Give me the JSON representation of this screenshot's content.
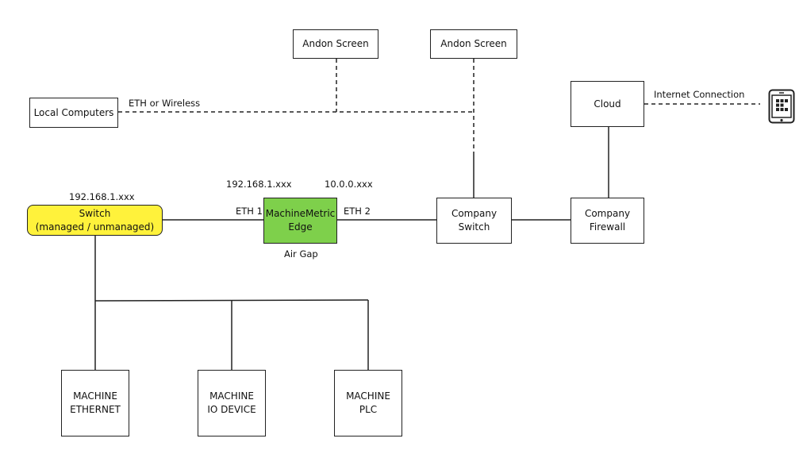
{
  "nodes": {
    "andon_screen_1": {
      "label": "Andon Screen"
    },
    "andon_screen_2": {
      "label": "Andon Screen"
    },
    "local_computers": {
      "label": "Local Computers"
    },
    "cloud": {
      "label": "Cloud"
    },
    "switch": {
      "line1": "Switch",
      "line2": "(managed / unmanaged)"
    },
    "machinemetric_edge": {
      "line1": "MachineMetric",
      "line2": "Edge"
    },
    "company_switch": {
      "line1": "Company",
      "line2": "Switch"
    },
    "company_firewall": {
      "line1": "Company",
      "line2": "Firewall"
    },
    "machine_ethernet": {
      "line1": "MACHINE",
      "line2": "ETHERNET"
    },
    "machine_io_device": {
      "line1": "MACHINE",
      "line2": "IO DEVICE"
    },
    "machine_plc": {
      "line1": "MACHINE",
      "line2": "PLC"
    }
  },
  "labels": {
    "eth_or_wireless": "ETH or Wireless",
    "internet_connection": "Internet Connection",
    "switch_ip": "192.168.1.xxx",
    "edge_ip_eth1": "192.168.1.xxx",
    "edge_ip_eth2": "10.0.0.xxx",
    "eth1": "ETH 1",
    "eth2": "ETH 2",
    "air_gap": "Air Gap"
  },
  "icons": {
    "tablet": "tablet-icon"
  },
  "colors": {
    "switch_fill": "#fff23b",
    "edge_fill": "#7ed04b",
    "line": "#222222"
  }
}
